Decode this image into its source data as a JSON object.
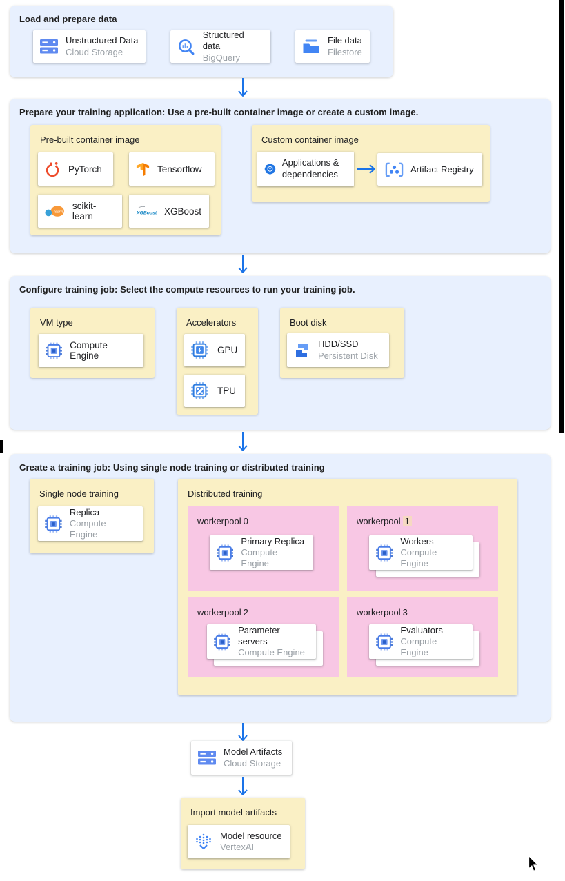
{
  "colors": {
    "section_bg": "#e8f0fe",
    "panel_bg": "#faf0c5",
    "pool_bg": "#f8c7e4",
    "arrow_blue": "#1a73e8",
    "card_title": "#202124",
    "card_subtitle": "#9aa0a6",
    "number_highlight": "#f6d9c2"
  },
  "load": {
    "title": "Load and prepare data",
    "cards": [
      {
        "title": "Unstructured Data",
        "subtitle": "Cloud Storage",
        "icon": "cloud-storage-icon"
      },
      {
        "title": "Structured data",
        "subtitle": "BigQuery",
        "icon": "bigquery-icon"
      },
      {
        "title": "File data",
        "subtitle": "Filestore",
        "icon": "filestore-icon"
      }
    ]
  },
  "prepare": {
    "title": "Prepare your training application: Use a pre-built container image or create a custom image.",
    "prebuilt": {
      "title": "Pre-built container image",
      "frameworks": [
        "PyTorch",
        "Tensorflow",
        "scikit-learn",
        "XGBoost"
      ]
    },
    "custom": {
      "title": "Custom container image",
      "app_card": "Applications & dependencies",
      "registry_card": "Artifact Registry"
    }
  },
  "configure": {
    "title": "Configure training job: Select the compute resources to run your training job.",
    "vm": {
      "title": "VM type",
      "card": "Compute Engine"
    },
    "accelerators": {
      "title": "Accelerators",
      "cards": [
        "GPU",
        "TPU"
      ]
    },
    "boot": {
      "title": "Boot disk",
      "card": {
        "title": "HDD/SSD",
        "subtitle": "Persistent Disk"
      }
    }
  },
  "create": {
    "title": "Create a training job: Using single node training or distributed training",
    "single": {
      "title": "Single node training",
      "card": {
        "title": "Replica",
        "subtitle": "Compute Engine"
      }
    },
    "distributed": {
      "title": "Distributed training",
      "pools": [
        {
          "name": "workerpool",
          "num": "0",
          "card": {
            "title": "Primary Replica",
            "subtitle": "Compute Engine"
          }
        },
        {
          "name": "workerpool",
          "num": "1",
          "card": {
            "title": "Workers",
            "subtitle": "Compute Engine"
          }
        },
        {
          "name": "workerpool",
          "num": "2",
          "card": {
            "title": "Parameter servers",
            "subtitle": "Compute Engine"
          }
        },
        {
          "name": "workerpool",
          "num": "3",
          "card": {
            "title": "Evaluators",
            "subtitle": "Compute Engine"
          }
        }
      ]
    }
  },
  "artifacts_card": {
    "title": "Model Artifacts",
    "subtitle": "Cloud Storage"
  },
  "import": {
    "title": "Import model artifacts",
    "card": {
      "title": "Model resource",
      "subtitle": "VertexAI"
    }
  },
  "logos": {
    "sklearn_script": "learn",
    "xgboost": "XGBoost"
  }
}
